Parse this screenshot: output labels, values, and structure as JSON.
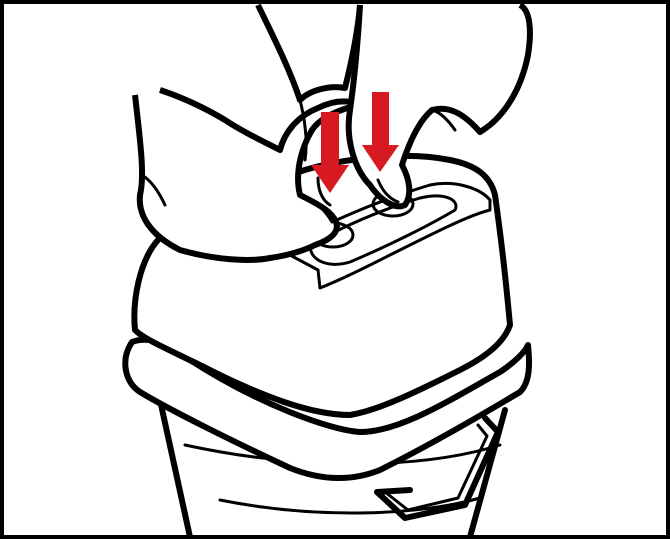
{
  "illustration": {
    "subject": "",
    "colors": {
      "line": "#000000",
      "background": "#ffffff",
      "arrow": "#d71a21"
    },
    "arrows": [
      {
        "id": "left",
        "direction": "down"
      },
      {
        "id": "right",
        "direction": "down"
      }
    ]
  }
}
